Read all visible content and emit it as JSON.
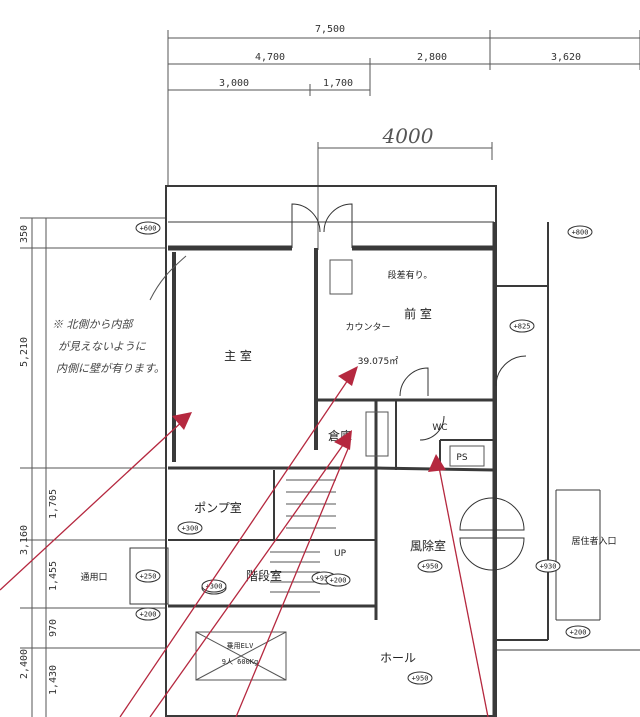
{
  "dimensions": {
    "top_total": "7,500",
    "top_row2": [
      "4,700",
      "2,800",
      "3,620"
    ],
    "top_row3": [
      "3,000",
      "1,700"
    ],
    "handwritten_dim": "4000",
    "left_outer": [
      "5,210",
      "3,160",
      "2,400"
    ],
    "left_inner": [
      "350",
      "1,705",
      "1,455",
      "970",
      "1,430"
    ]
  },
  "rooms": {
    "main_room": "主 室",
    "front_room": "前 室",
    "counter": "カウンター",
    "area": "39.075㎡",
    "step_note": "段差有り。",
    "storage": "倉庫",
    "wc": "WC",
    "ps": "PS",
    "pump_room": "ポンプ室",
    "stairs": "階段室",
    "up": "UP",
    "windbreak": "風除室",
    "resident_entrance": "居住者入口",
    "service_entrance": "通用口",
    "hall": "ホール",
    "elevator_line1": "乗用ELV",
    "elevator_line2": "9人 600Kg"
  },
  "handwritten_note": [
    "※ 北側から内部",
    "が見えないように",
    "内側に壁が有ります。"
  ],
  "level_tags": [
    "+600",
    "+300",
    "+800",
    "+825",
    "+930",
    "+300",
    "+250",
    "+300",
    "+950",
    "+950",
    "+200",
    "+200",
    "+950",
    "+200"
  ],
  "colors": {
    "arrow": "#b5283f",
    "line": "#3a3a3a"
  }
}
